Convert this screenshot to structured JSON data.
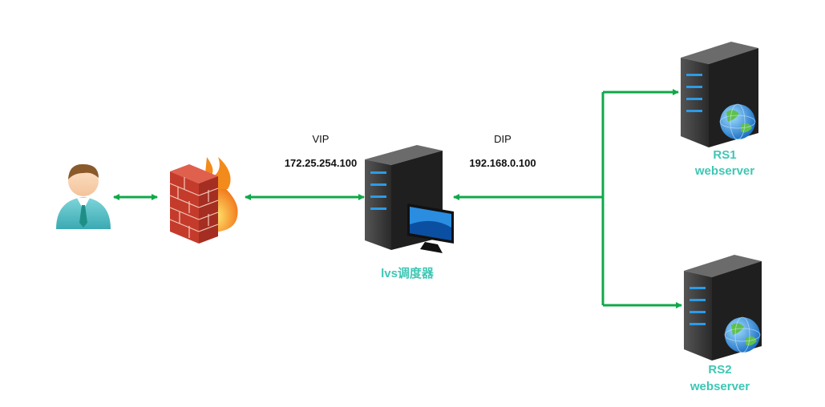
{
  "vip": {
    "title": "VIP",
    "address": "172.25.254.100"
  },
  "dip": {
    "title": "DIP",
    "address": "192.168.0.100"
  },
  "lvs": {
    "label": "lvs调度器"
  },
  "rs1": {
    "name": "RS1",
    "role": "webserver"
  },
  "rs2": {
    "name": "RS2",
    "role": "webserver"
  },
  "colors": {
    "link": "#10a84a",
    "label": "#3ec7b5"
  },
  "icons": {
    "client": "user-icon",
    "firewall": "firewall-icon",
    "scheduler": "server-monitor-icon",
    "real_server": "server-globe-icon"
  }
}
